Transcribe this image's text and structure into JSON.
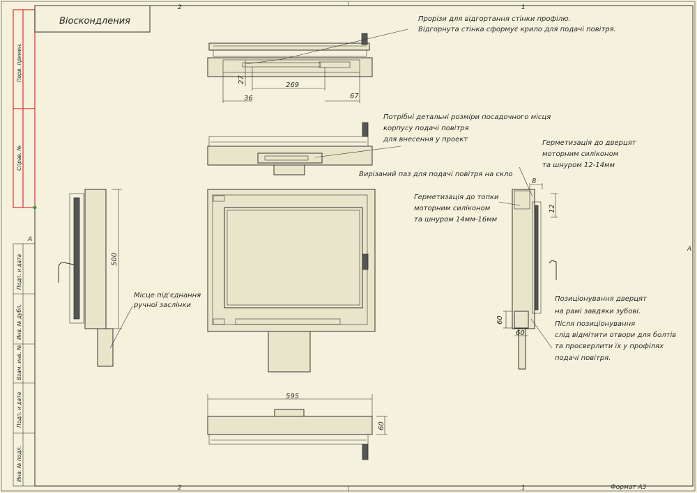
{
  "title_block_text": "Віоскондления",
  "zone_numbers": {
    "top_left": "2",
    "top_right": "1",
    "bottom_left": "2",
    "bottom_right": "1",
    "side_left": "A",
    "side_right": "A"
  },
  "side_stamps": {
    "perv_primen": "Перв. примен.",
    "sprav_no": "Справ. №",
    "podp_data_1": "Подп. и дата",
    "inv_dubl": "Инв. № дубл.",
    "vzam_inv": "Взам. инв. №",
    "podp_data_2": "Подп. и дата",
    "inv_podl": "Инв. № подл."
  },
  "format_label": "Формат А3",
  "notes": {
    "slots_line1": "Прорізи для відгортання стінки профілю.",
    "slots_line2": "Відгорнута стінка сформує крило для подачі повітря.",
    "dims_line1": "Потрібні детальні розміри посадочного місця",
    "dims_line2": "корпусу подачі повітря",
    "dims_line3": "для внесення у проект",
    "door_seal_line1": "Герметизація до дверцят",
    "door_seal_line2": "моторним силіконом",
    "door_seal_line3": "та шнуром 12-14мм",
    "glass_groove": "Вирізаний паз для подачі повітря на скло",
    "furnace_seal_line1": "Герметизація до топки",
    "furnace_seal_line2": "моторним силіконом",
    "furnace_seal_line3": "та шнуром 14мм-16мм",
    "damper_line1": "Місце під'єднання",
    "damper_line2": "ручної заслінки",
    "pos_line1": "Позиціонування дверцят",
    "pos_line2": "на рамі завдяки зубові.",
    "pos_line3": "Після позиціонування",
    "pos_line4": "слід відмітити отвори для болтів",
    "pos_line5": "та просверлити їх у профілях",
    "pos_line6": "подачі повітря."
  },
  "dimensions": {
    "d27": "27",
    "d269": "269",
    "d36": "36",
    "d67": "67",
    "d500": "500",
    "d8": "8",
    "d12": "12",
    "d60_vert_right": "60",
    "d60_horiz_right": "60",
    "d595": "595",
    "d60_bottom": "60"
  }
}
